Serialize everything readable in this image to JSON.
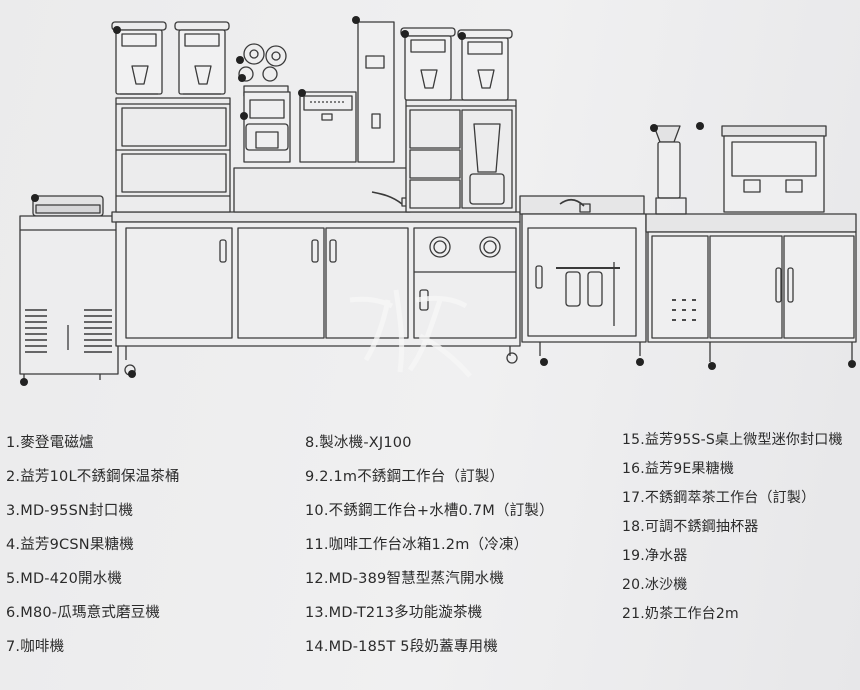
{
  "legend": {
    "col1": [
      "1.麥登電磁爐",
      "2.益芳10L不銹鋼保温茶桶",
      "3.MD-95SN封口機",
      "4.益芳9CSN果糖機",
      "5.MD-420開水機",
      "6.M80-瓜瑪意式磨豆機",
      "7.咖啡機"
    ],
    "col2": [
      "8.製冰機-XJ100",
      "9.2.1m不銹鋼工作台（訂製）",
      "10.不銹鋼工作台+水槽0.7M（訂製）",
      "11.咖啡工作台冰箱1.2m（冷凍）",
      "12.MD-389智慧型蒸汽開水機",
      "13.MD-T213多功能漩茶機",
      "14.MD-185T 5段奶蓋專用機"
    ],
    "col3": [
      "15.益芳95S-S桌上微型迷你封口機",
      "16.益芳9E果糖機",
      "17.不銹鋼萃茶工作台（訂製）",
      "18.可調不銹鋼抽杯器",
      "19.净水器",
      "20.冰沙機",
      "21.奶茶工作台2m"
    ]
  },
  "colors": {
    "line": "#3a3a3a",
    "marker": "#1e1e1e",
    "background": "#ececed"
  },
  "icons": [
    "equipment-line-drawing",
    "callout-marker-dot",
    "caster-wheel"
  ]
}
